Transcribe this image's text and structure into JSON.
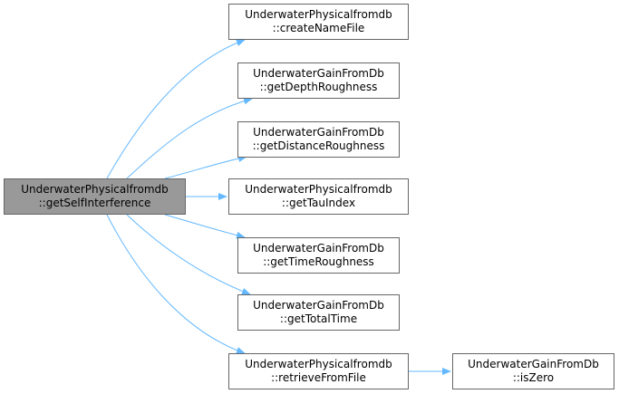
{
  "diagram": {
    "type": "call-graph",
    "colors": {
      "edge": "#63b8ff",
      "node_border": "#666666",
      "current_fill": "#999999",
      "node_fill": "#ffffff"
    },
    "root": {
      "id": "root",
      "class": "UnderwaterPhysicalfromdb",
      "method": "::getSelfInterference"
    },
    "nodes": [
      {
        "id": "n1",
        "class": "UnderwaterPhysicalfromdb",
        "method": "::createNameFile"
      },
      {
        "id": "n2",
        "class": "UnderwaterGainFromDb",
        "method": "::getDepthRoughness"
      },
      {
        "id": "n3",
        "class": "UnderwaterGainFromDb",
        "method": "::getDistanceRoughness"
      },
      {
        "id": "n4",
        "class": "UnderwaterPhysicalfromdb",
        "method": "::getTauIndex"
      },
      {
        "id": "n5",
        "class": "UnderwaterGainFromDb",
        "method": "::getTimeRoughness"
      },
      {
        "id": "n6",
        "class": "UnderwaterGainFromDb",
        "method": "::getTotalTime"
      },
      {
        "id": "n7",
        "class": "UnderwaterPhysicalfromdb",
        "method": "::retrieveFromFile"
      },
      {
        "id": "n8",
        "class": "UnderwaterGainFromDb",
        "method": "::isZero"
      }
    ],
    "edges": [
      {
        "from": "root",
        "to": "n1"
      },
      {
        "from": "root",
        "to": "n2"
      },
      {
        "from": "root",
        "to": "n3"
      },
      {
        "from": "root",
        "to": "n4"
      },
      {
        "from": "root",
        "to": "n5"
      },
      {
        "from": "root",
        "to": "n6"
      },
      {
        "from": "root",
        "to": "n7"
      },
      {
        "from": "n7",
        "to": "n8"
      }
    ]
  }
}
